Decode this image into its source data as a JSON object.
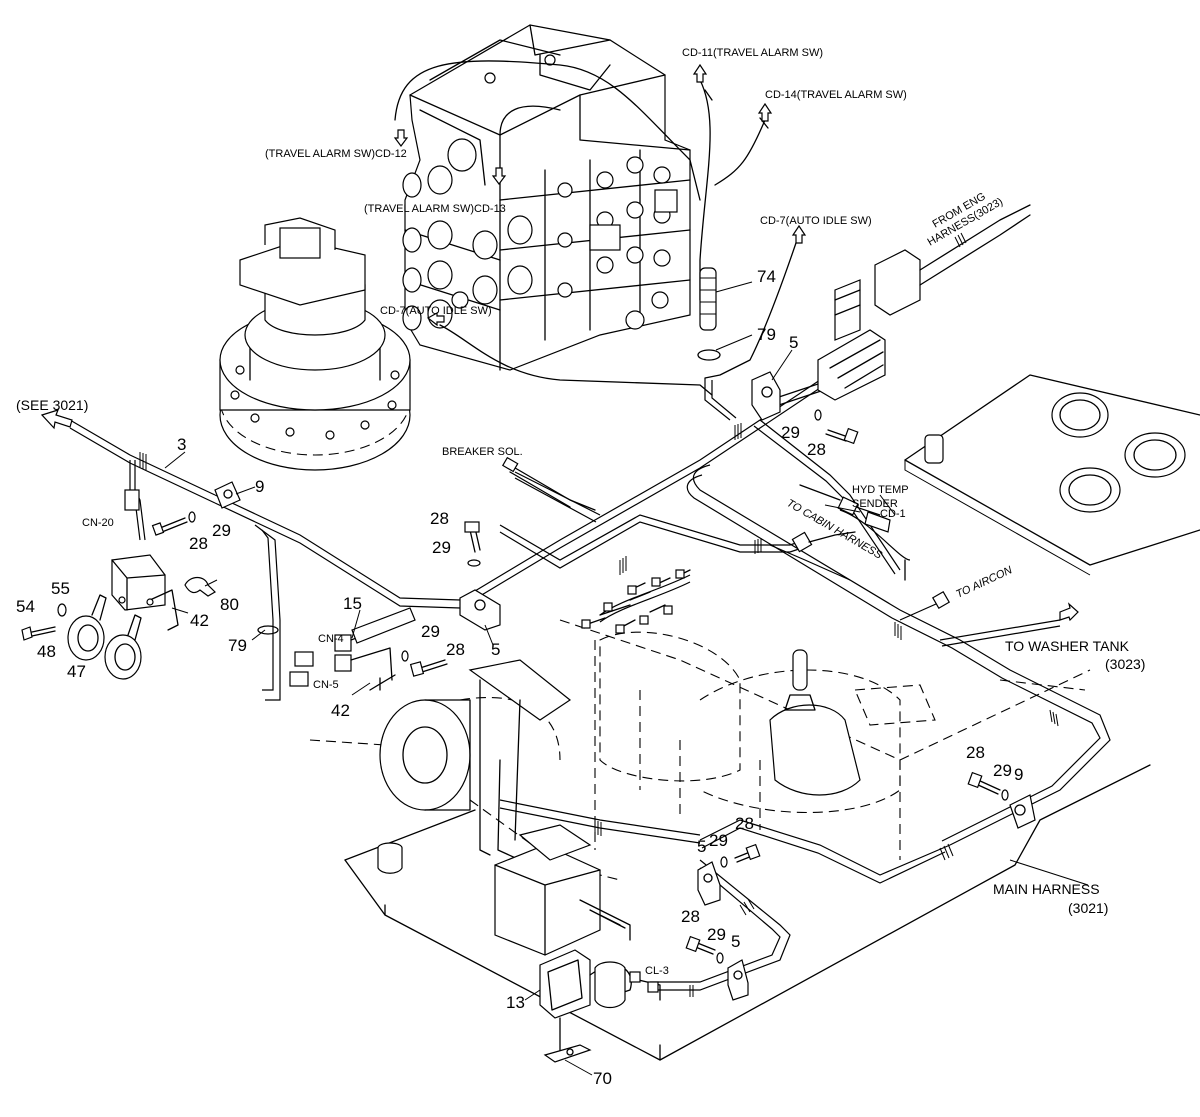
{
  "labels": {
    "cd11": "CD-11(TRAVEL ALARM SW)",
    "cd14": "CD-14(TRAVEL ALARM SW)",
    "cd12": "(TRAVEL ALARM SW)CD-12",
    "cd13": "(TRAVEL ALARM SW)CD-13",
    "cd7_top": "CD-7(AUTO IDLE SW)",
    "cd7_left": "CD-7(AUTO IDLE SW)",
    "from_eng_1": "FROM ENG",
    "from_eng_2": "HARNESS(3023)",
    "see_3021": "(SEE 3021)",
    "breaker_sol": "BREAKER SOL.",
    "hyd_temp_1": "HYD TEMP",
    "hyd_temp_2": "SENDER",
    "cd1": "CD-1",
    "to_cabin": "TO CABIN HARNESS",
    "to_aircon": "TO AIRCON",
    "washer_1": "TO WASHER TANK",
    "washer_2": "(3023)",
    "cn20": "CN-20",
    "cn4": "CN-4",
    "cn5": "CN-5",
    "cl3": "CL-3",
    "main_1": "MAIN HARNESS",
    "main_2": "(3021)"
  },
  "callouts": {
    "c74": "74",
    "c79a": "79",
    "c5a": "5",
    "c29a": "29",
    "c28a": "28",
    "c3": "3",
    "c9a": "9",
    "c28b": "28",
    "c29b": "29",
    "c80": "80",
    "c42a": "42",
    "c54": "54",
    "c55": "55",
    "c48": "48",
    "c47": "47",
    "c79b": "79",
    "c28c": "28",
    "c29c": "29",
    "c15": "15",
    "c29d": "29",
    "c28d": "28",
    "c5b": "5",
    "c42b": "42",
    "c28e": "28",
    "c29e": "29",
    "c9b": "9",
    "c5c": "5",
    "c29f": "29",
    "c28f": "28",
    "c28g": "28",
    "c29g": "29",
    "c5d": "5",
    "c13": "13",
    "c70": "70"
  }
}
